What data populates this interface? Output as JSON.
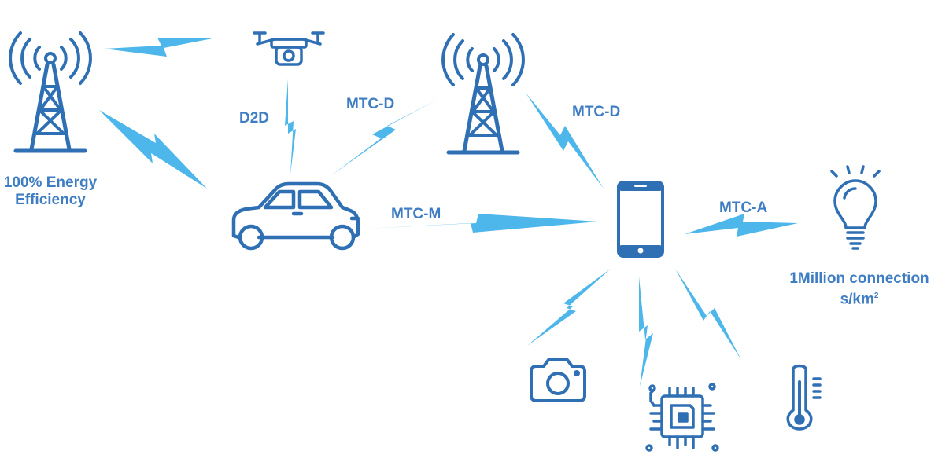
{
  "colors": {
    "icon": "#2f6fb3",
    "link": "#4db6ea",
    "text": "#3f7dc3"
  },
  "nodes": {
    "tower_left": {
      "icon": "cell-tower-icon"
    },
    "drone": {
      "icon": "drone-icon"
    },
    "tower_right": {
      "icon": "cell-tower-icon"
    },
    "car": {
      "icon": "car-icon"
    },
    "phone": {
      "icon": "smartphone-icon"
    },
    "bulb": {
      "icon": "lightbulb-icon"
    },
    "camera": {
      "icon": "camera-icon"
    },
    "chip": {
      "icon": "microchip-icon"
    },
    "thermometer": {
      "icon": "thermometer-icon"
    }
  },
  "labels": {
    "energy_line1": "100% Energy",
    "energy_line2": "Efficiency",
    "d2d": "D2D",
    "mtc_d_left": "MTC-D",
    "mtc_d_right": "MTC-D",
    "mtc_m": "MTC-M",
    "mtc_a": "MTC-A",
    "conn_line1": "1Million connection",
    "conn_line2": "s/km",
    "conn_sup": "2"
  },
  "links": [
    {
      "from": "tower_left",
      "to": "drone",
      "label": ""
    },
    {
      "from": "tower_left",
      "to": "car",
      "label": ""
    },
    {
      "from": "drone",
      "to": "car",
      "label": "D2D"
    },
    {
      "from": "tower_right",
      "to": "car",
      "label": "MTC-D"
    },
    {
      "from": "tower_right",
      "to": "phone",
      "label": "MTC-D"
    },
    {
      "from": "car",
      "to": "phone",
      "label": "MTC-M"
    },
    {
      "from": "phone",
      "to": "bulb",
      "label": "MTC-A"
    },
    {
      "from": "phone",
      "to": "camera",
      "label": ""
    },
    {
      "from": "phone",
      "to": "chip",
      "label": ""
    },
    {
      "from": "phone",
      "to": "thermometer",
      "label": ""
    }
  ]
}
